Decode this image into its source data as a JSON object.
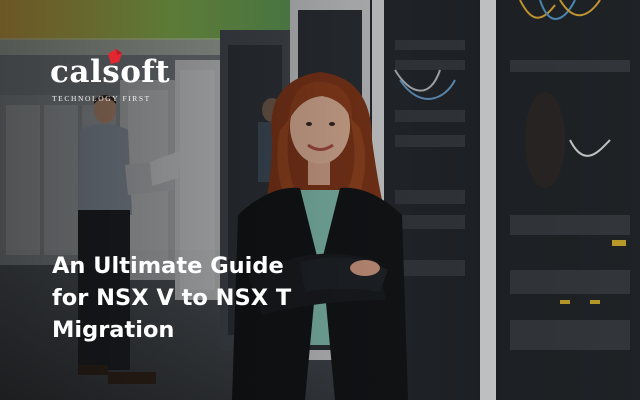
{
  "brand": {
    "name": "calsoft",
    "tagline": "TECHNOLOGY FIRST",
    "logo_mark_color": "#e3262f"
  },
  "headline": {
    "lines": [
      "An Ultimate Guide",
      "for NSX V to NSX T",
      "Migration"
    ]
  },
  "photo": {
    "subject": "woman-in-server-room-icon",
    "background": "data-center-server-racks",
    "accent_colors": [
      "#f2c94c",
      "#8fd14f",
      "#2f7a5a"
    ]
  }
}
